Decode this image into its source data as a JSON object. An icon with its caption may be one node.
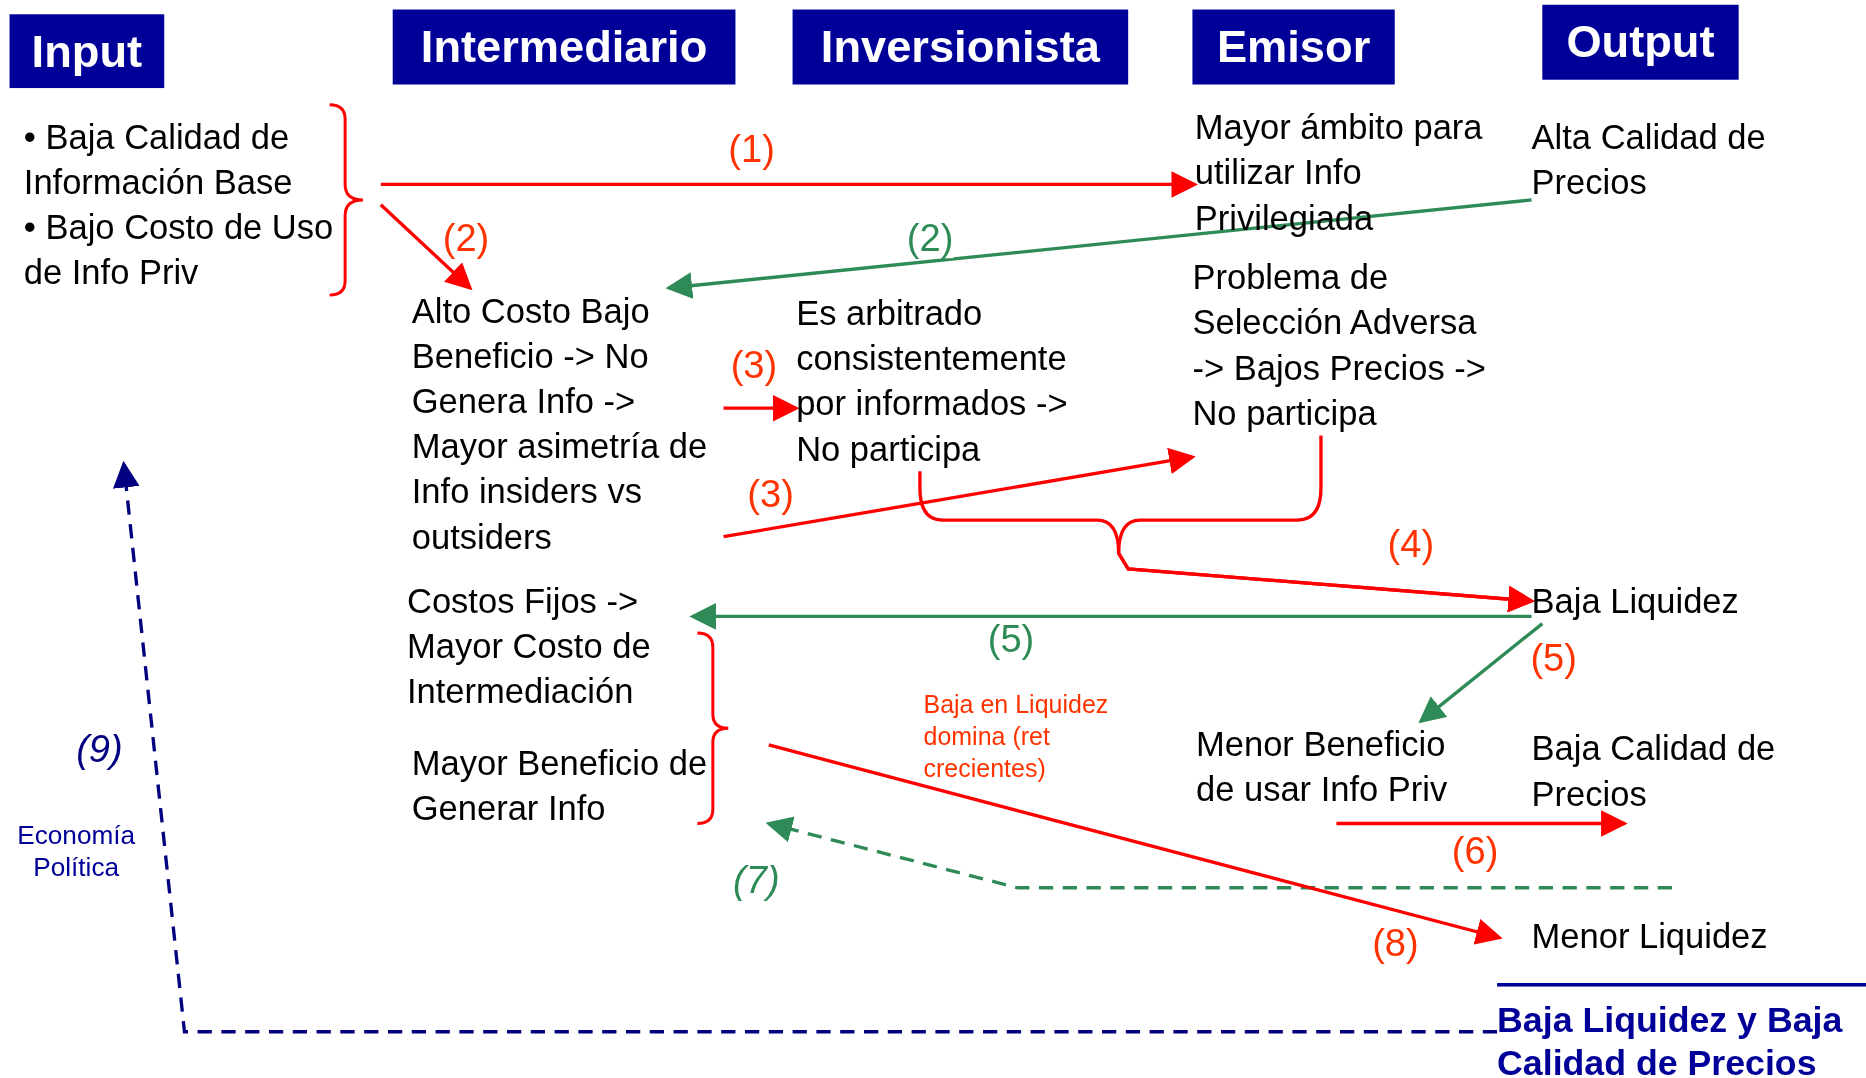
{
  "diagram": {
    "nodes": [
      {
        "text": [
          "Input"
        ]
      },
      {
        "text": [
          "Intermediario"
        ]
      },
      {
        "text": [
          "Inversionista"
        ]
      },
      {
        "text": [
          "Emisor"
        ]
      },
      {
        "text": [
          "Output"
        ]
      },
      {
        "text": [
          "• Baja Calidad de Información Base",
          "• Bajo Costo de Uso de Info Priv"
        ]
      },
      {
        "text": [
          "Mayor ámbito para utilizar Info Privilegiada"
        ]
      },
      {
        "text": [
          "Alta Calidad de Precios"
        ]
      },
      {
        "text": [
          "Alto Costo Bajo Beneficio -> No Genera Info -> Mayor asimetría de Info insiders vs outsiders"
        ]
      },
      {
        "text": [
          "Es arbitrado consistentemente por informados -> No participa"
        ]
      },
      {
        "text": [
          "Problema de Selección Adversa -> Bajos Precios -> No participa"
        ]
      },
      {
        "text": [
          "Baja Liquidez"
        ]
      },
      {
        "text": [
          "Costos Fijos -> Mayor Costo de Intermediación"
        ]
      },
      {
        "text": [
          "Mayor Beneficio de Generar Info"
        ]
      },
      {
        "text": [
          "Menor Beneficio de usar Info Priv"
        ]
      },
      {
        "text": [
          "Baja Calidad de Precios"
        ]
      },
      {
        "text": [
          "Menor Liquidez"
        ]
      },
      {
        "text": [
          "Baja Liquidez y Baja Calidad de Precios"
        ]
      }
    ],
    "edges": [
      {
        "from": 5,
        "to": 6,
        "arrow": "to",
        "label": "(1)"
      },
      {
        "from": 5,
        "to": 8,
        "arrow": "to",
        "label": "(2)"
      },
      {
        "from": 7,
        "to": 8,
        "arrow": "to",
        "label": "(2)",
        "color": "#2e8b57"
      },
      {
        "from": 8,
        "to": 9,
        "arrow": "to",
        "label": "(3)"
      },
      {
        "from": 8,
        "to": 10,
        "arrow": "to",
        "label": "(3)"
      },
      {
        "from": 9,
        "to": 11,
        "arrow": "to",
        "label": "(4)"
      },
      {
        "from": 10,
        "to": 11,
        "arrow": "to"
      },
      {
        "from": 11,
        "to": 12,
        "arrow": "to",
        "label": "(5)",
        "color": "#2e8b57"
      },
      {
        "from": 11,
        "to": 14,
        "arrow": "to",
        "label": "(5)",
        "color": "#2e8b57"
      },
      {
        "from": 14,
        "to": 15,
        "arrow": "to",
        "label": "(6)"
      },
      {
        "from": 16,
        "to": 13,
        "arrow": "to",
        "label": "(7)",
        "style": "dashed",
        "color": "#2e8b57"
      },
      {
        "from": 13,
        "to": 16,
        "arrow": "to",
        "label": "(8)"
      },
      {
        "from": 17,
        "to": null,
        "arrow": "to",
        "label": "(9)",
        "style": "dashed",
        "color": "#000080"
      }
    ],
    "labels": [
      "Baja en Liquidez domina (ret crecientes)",
      "Economía Política"
    ]
  }
}
